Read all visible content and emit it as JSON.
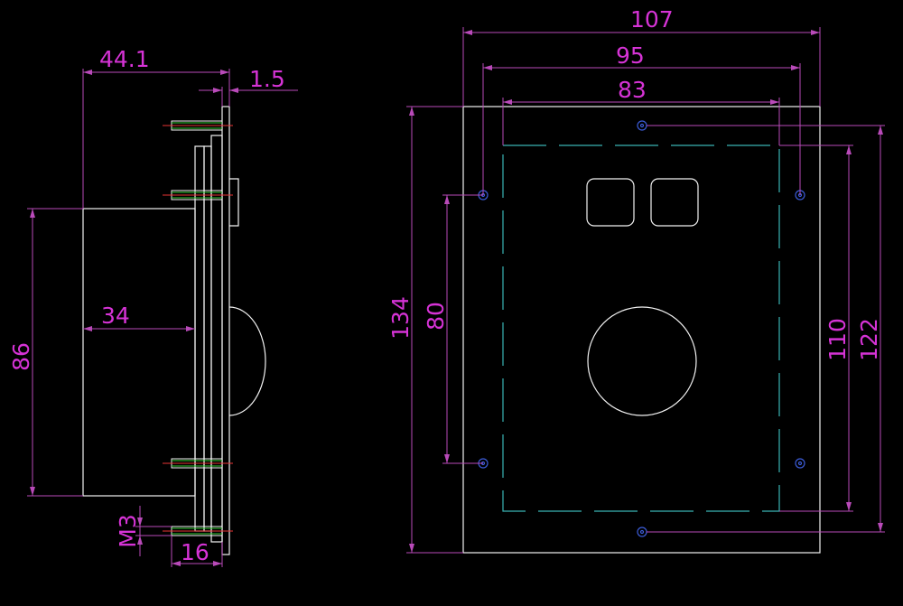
{
  "drawing": {
    "colors": {
      "background": "#000000",
      "dimension": "#d633d6",
      "outline": "#f2f2f2",
      "hidden_line": "#3ab3b3",
      "hole": "#3b5bd6",
      "thread": "#33cc33",
      "center_mark": "#e63333"
    },
    "side_view": {
      "dims": {
        "overall_depth": "44.1",
        "panel_thickness": "1.5",
        "body_height": "86",
        "body_depth": "34",
        "screw_size": "M3",
        "screw_length": "16"
      }
    },
    "front_view": {
      "dims": {
        "panel_width": "107",
        "hole_spacing_x": "95",
        "cutout_width": "83",
        "panel_height": "134",
        "hole_spacing_y": "80",
        "cutout_height": "110",
        "outer_hole_spacing_y": "122"
      }
    }
  }
}
